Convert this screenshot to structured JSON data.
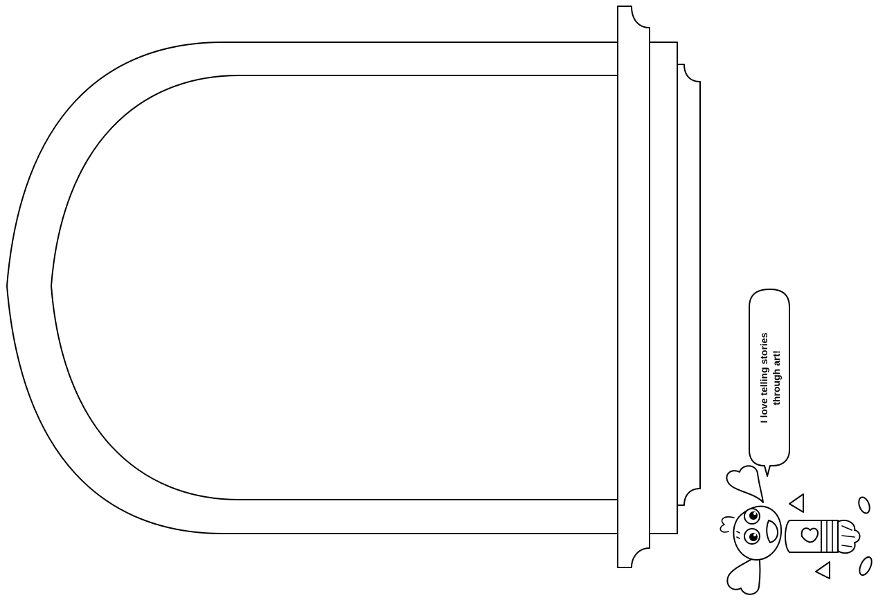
{
  "speech_bubble": {
    "line1": "I love telling stories",
    "line2": "through art!"
  },
  "colors": {
    "stroke": "#000000",
    "background": "#ffffff"
  },
  "icons": [
    "arch-frame",
    "crayon-character",
    "heart-icon",
    "speech-bubble"
  ]
}
